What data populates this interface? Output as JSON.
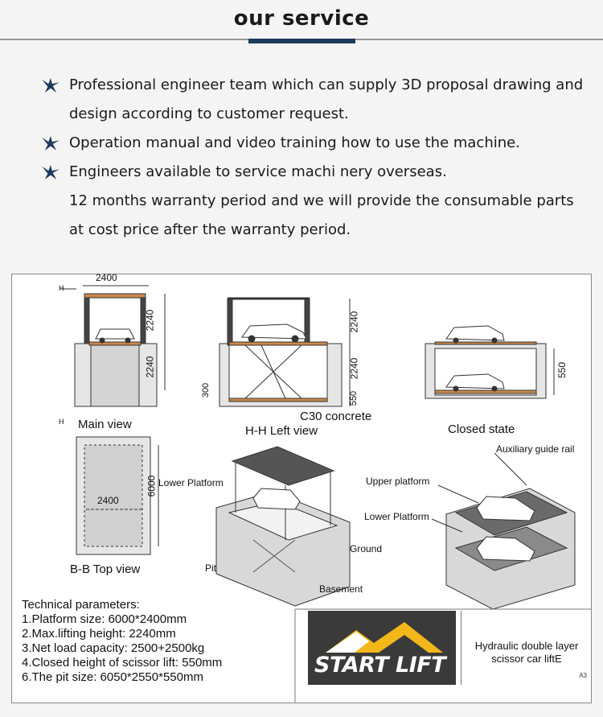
{
  "header": {
    "title": "our service"
  },
  "service": {
    "items": [
      {
        "lines": [
          "Professional engineer team which can supply 3D proposal drawing and",
          "design according to customer request."
        ],
        "star": true
      },
      {
        "lines": [
          "Operation manual and video training how to use the machine."
        ],
        "star": true
      },
      {
        "lines": [
          "Engineers available to service machi nery overseas."
        ],
        "star": true
      },
      {
        "lines": [
          "12 months warranty period and we will provide the consumable parts",
          "at cost price after the warranty period."
        ],
        "star": false
      }
    ],
    "star_color": "#1e3a5c"
  },
  "drawing": {
    "main_view": {
      "label": "Main view",
      "dim_width": "2400",
      "dim_upper": "2240",
      "dim_lower": "2240",
      "section_mark": "H"
    },
    "left_view": {
      "label": "H-H Left view",
      "dim_300": "300",
      "dim_upper": "2240",
      "dim_lower": "2240",
      "dim_550": "550",
      "concrete": "C30 concrete"
    },
    "closed_state": {
      "label": "Closed state",
      "dim_550": "550"
    },
    "top_view": {
      "label": "B-B Top view",
      "dim_width": "2400",
      "dim_length": "6000"
    },
    "iso_left": {
      "lower_platform": "Lower Platform",
      "ground": "Ground",
      "pit": "Pit",
      "basement": "Basement"
    },
    "iso_right": {
      "auxiliary": "Auxiliary guide rail",
      "upper_platform": "Upper platform",
      "lower_platform": "Lower Platform"
    },
    "tech": {
      "heading": "Technical parameters:",
      "lines": [
        "1.Platform size: 6000*2400mm",
        "2.Max.lifting height: 2240mm",
        "3.Net load capacity: 2500+2500kg",
        "4.Closed height of scissor lift: 550mm",
        "6.The pit size: 6050*2550*550mm"
      ]
    },
    "logo": {
      "text": "START LIFT",
      "roof_color": "#f3b71a"
    },
    "title_block": {
      "line1": "Hydraulic double layer",
      "line2": "scissor car liftE",
      "sheet": "A3"
    }
  }
}
